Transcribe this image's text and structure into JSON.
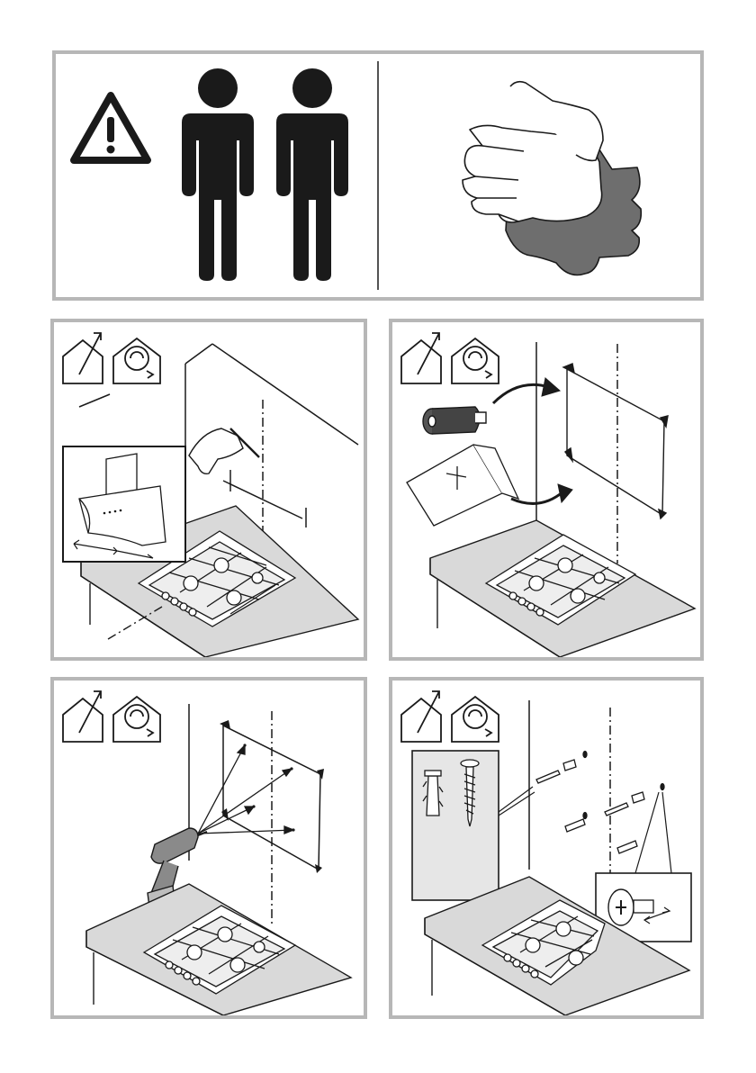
{
  "panels": [
    {
      "id": "safety",
      "icons": [
        "warning-triangle-icon",
        "person-icon",
        "person-icon",
        "gloves-icon"
      ]
    },
    {
      "id": "mark-wall",
      "icons": [
        "vent-outside-icon",
        "recirculation-icon",
        "pencil-hand-icon",
        "hood-icon",
        "hob-icon"
      ]
    },
    {
      "id": "template",
      "icons": [
        "vent-outside-icon",
        "recirculation-icon",
        "tape-roll-icon",
        "paper-template-icon",
        "arrow-icon",
        "hob-icon"
      ]
    },
    {
      "id": "drill",
      "icons": [
        "vent-outside-icon",
        "recirculation-icon",
        "drill-icon",
        "hob-icon"
      ]
    },
    {
      "id": "fix",
      "icons": [
        "vent-outside-icon",
        "recirculation-icon",
        "wall-plug-icon",
        "screw-icon",
        "hob-icon"
      ]
    }
  ],
  "colors": {
    "frame": "#b7b7b7",
    "counter": "#d9d9d9",
    "counter_edge": "#c9c9c9",
    "glove_dark": "#6e6e6e",
    "ink": "#1a1a1a"
  }
}
